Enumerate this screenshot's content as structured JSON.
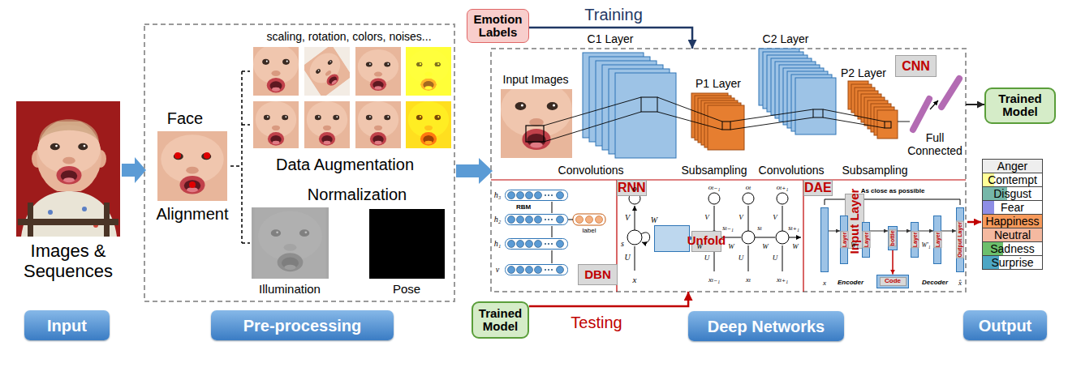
{
  "diagram": {
    "nodes": [
      {
        "text": [
          "Emotion Labels"
        ]
      },
      {
        "text": [
          "CNN"
        ]
      },
      {
        "text": [
          "Trained Model"
        ]
      },
      {
        "text": [
          "DBN"
        ]
      },
      {
        "text": [
          "RNN"
        ]
      },
      {
        "text": [
          "Unfold"
        ],
        "in": 4
      },
      {
        "text": [
          "DAE"
        ]
      },
      {
        "text": [
          "Input Layer"
        ],
        "in": 6
      },
      {
        "text": [
          "Layer"
        ],
        "in": 6
      },
      {
        "text": [
          "Layer"
        ],
        "in": 6
      },
      {
        "text": [
          "bottle"
        ],
        "in": 6
      },
      {
        "text": [
          "Layer"
        ],
        "in": 6
      },
      {
        "text": [
          "Layer"
        ],
        "in": 6
      },
      {
        "text": [
          "Output Layer"
        ],
        "in": 6
      },
      {
        "text": [
          "Code"
        ],
        "in": 6
      },
      {
        "text": [
          "Trained Model"
        ]
      },
      {
        "text": [
          "Input"
        ]
      },
      {
        "text": [
          "Pre-processing"
        ]
      },
      {
        "text": [
          "Deep Networks"
        ]
      },
      {
        "text": [
          "Output"
        ]
      }
    ],
    "edges": [
      {
        "from": 0,
        "to": 1,
        "label": "Training",
        "arrow": "to"
      },
      {
        "from": 1,
        "to": 2,
        "arrow": "to"
      },
      {
        "from": 15,
        "to": 4,
        "label": "Testing",
        "arrow": "to"
      },
      {
        "from": 7,
        "to": 8,
        "arrow": "to"
      },
      {
        "from": 8,
        "to": 9,
        "arrow": "to"
      },
      {
        "from": 9,
        "to": 10,
        "arrow": "to"
      },
      {
        "from": 10,
        "to": 11,
        "arrow": "to"
      },
      {
        "from": 11,
        "to": 12,
        "arrow": "to"
      },
      {
        "from": 12,
        "to": 13,
        "arrow": "to"
      },
      {
        "from": 10,
        "to": 14,
        "arrow": "to"
      }
    ],
    "labels": [
      "Images & Sequences",
      "Face",
      "Alignment",
      "scaling, rotation, colors, noises...",
      "Data Augmentation",
      "Normalization",
      "Illumination",
      "Pose",
      "Input Images",
      "C1 Layer",
      "P1 Layer",
      "C2 Layer",
      "P2 Layer",
      "Convolutions",
      "Subsampling",
      "Convolutions",
      "Subsampling",
      "Full Connected",
      "h₃",
      "RBM",
      "h₂",
      "label",
      "h₁",
      "v",
      "o",
      "V",
      "s",
      "W",
      "U",
      "x",
      "oₜ₋₁",
      "oₜ",
      "oₜ₊₁",
      "V",
      "V",
      "V",
      "sₜ₋₁",
      "sₜ",
      "sₜ₊₁",
      "W",
      "W",
      "W",
      "W",
      "U",
      "U",
      "U",
      "xₜ₋₁",
      "xₜ",
      "xₜ₊₁",
      "As close as possible",
      "W₁",
      "W′₁",
      "x",
      "Encoder",
      "Decoder",
      "x̂"
    ],
    "legend": [
      {
        "text": "Anger",
        "color": "#eeeeee"
      },
      {
        "text": "Contempt",
        "color": "#ffff99"
      },
      {
        "text": "Disgust",
        "color": "#76b7a9"
      },
      {
        "text": "Fear",
        "color": "#8e8ee6"
      },
      {
        "text": "Happiness",
        "color": "#f79a5b"
      },
      {
        "text": "Neutral",
        "color": "#f4b9a0"
      },
      {
        "text": "Sadness",
        "color": "#6cbf6c"
      },
      {
        "text": "Surprise",
        "color": "#4da6c4"
      }
    ]
  }
}
